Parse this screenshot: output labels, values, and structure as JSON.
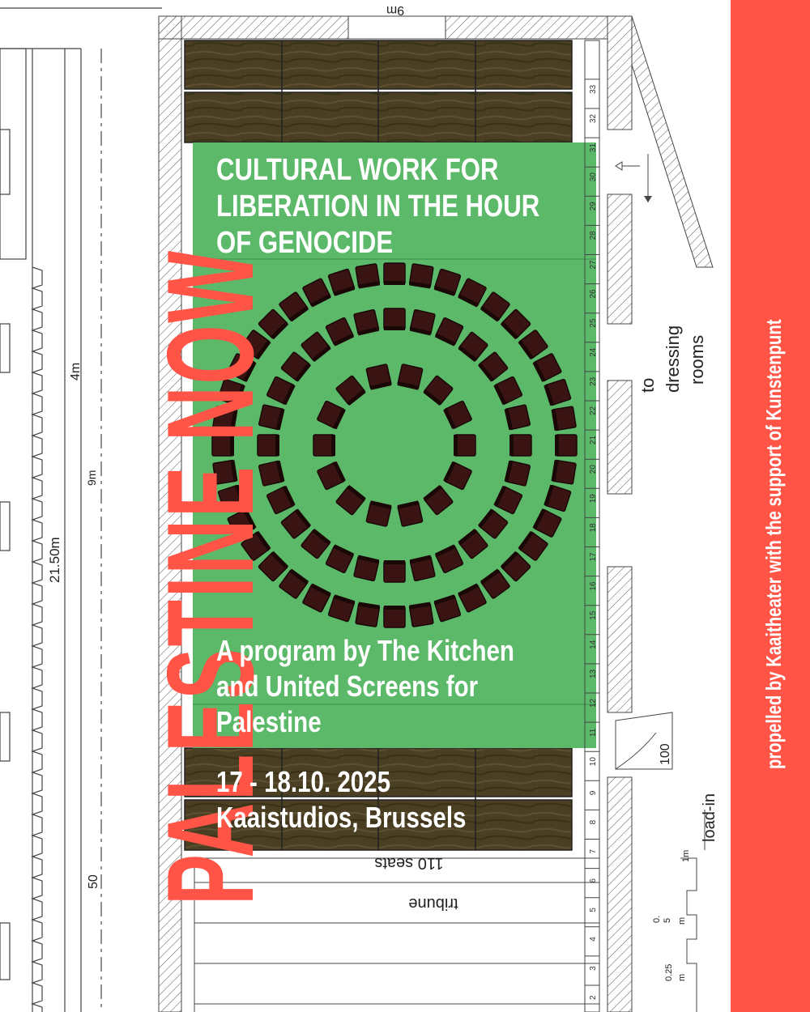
{
  "poster": {
    "title": "PALESTINE NOW",
    "headline_lines": [
      "CULTURAL WORK FOR",
      "LIBERATION IN THE HOUR",
      "OF GENOCIDE"
    ],
    "program_lines": [
      "A program by The Kitchen",
      "and United Screens for",
      "Palestine"
    ],
    "dates": "17 - 18.10. 2025",
    "venue": "Kaaistudios, Brussels",
    "credit": "propelled by Kaaitheater with the support of Kunstenpunt",
    "colors": {
      "accent": "#ff5446",
      "stage_green": "#5cb96a",
      "chair": "#3a1412",
      "wood": "#4a3f22",
      "line": "#444444"
    }
  },
  "floorplan": {
    "dim_width": "9m",
    "dim_length": "21.50m",
    "dim_4m": "4m",
    "dim_9m_side": "9m",
    "seats_label": "110 seats",
    "tribune_label": "tribune",
    "dressing_line1": "to",
    "dressing_line2": "dressing",
    "dressing_line3": "rooms",
    "loadin": "load-in",
    "door_number": "100",
    "scale_1m": "1m",
    "scale_05_a": "0.",
    "scale_05_b": "5",
    "scale_05_c": "m",
    "scale_025": "0.25",
    "scale_025_m": "m",
    "scale_50": "50",
    "row_numbers": [
      "2",
      "3",
      "4",
      "5",
      "6",
      "7",
      "8",
      "9",
      "10",
      "11",
      "12",
      "13",
      "14",
      "15",
      "16",
      "17",
      "18",
      "19",
      "20",
      "21",
      "22",
      "23",
      "24",
      "25",
      "26",
      "27",
      "28",
      "29",
      "30",
      "31",
      "32",
      "33"
    ],
    "seating": {
      "rings": [
        {
          "chairs": 14
        },
        {
          "chairs": 28
        },
        {
          "chairs": 40
        }
      ]
    }
  }
}
